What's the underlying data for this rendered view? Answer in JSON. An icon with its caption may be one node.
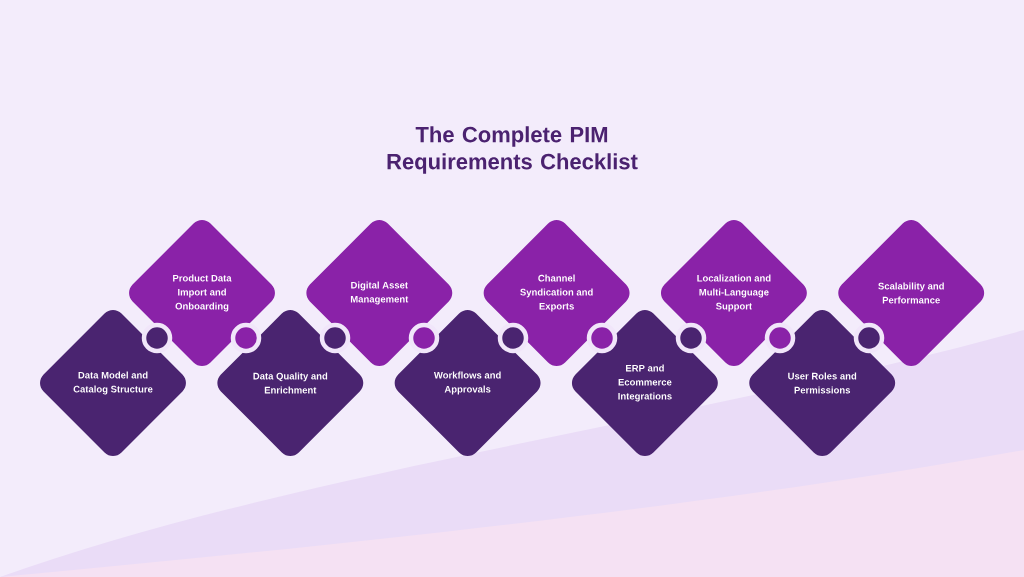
{
  "diagram": {
    "title": "The Complete PIM Requirements Checklist",
    "nodes": [
      {
        "text": [
          "Data Model and Catalog Structure"
        ]
      },
      {
        "text": [
          "Product Data Import and Onboarding"
        ]
      },
      {
        "text": [
          "Data Quality and Enrichment"
        ]
      },
      {
        "text": [
          "Digital Asset Management"
        ]
      },
      {
        "text": [
          "Workflows and Approvals"
        ]
      },
      {
        "text": [
          "Channel Syndication and Exports"
        ]
      },
      {
        "text": [
          "ERP and Ecommerce Integrations"
        ]
      },
      {
        "text": [
          "Localization and Multi-Language Support"
        ]
      },
      {
        "text": [
          "User Roles and Permissions"
        ]
      },
      {
        "text": [
          "Scalability and Performance"
        ]
      }
    ]
  }
}
